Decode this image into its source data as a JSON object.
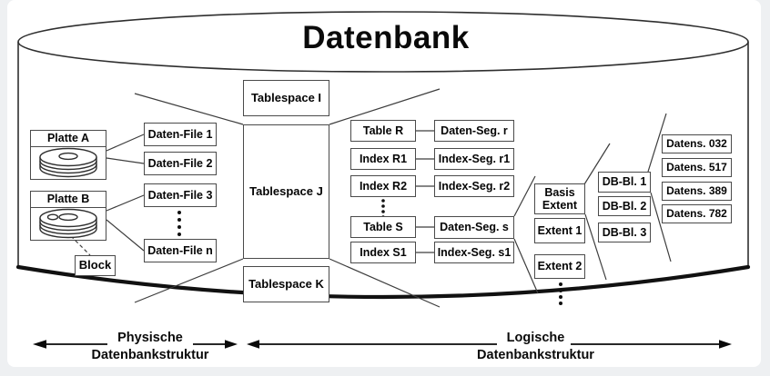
{
  "title": "Datenbank",
  "physical": {
    "disks": [
      {
        "label": "Platte A"
      },
      {
        "label": "Platte B"
      }
    ],
    "block_label": "Block",
    "files": [
      "Daten-File 1",
      "Daten-File 2",
      "Daten-File 3",
      "Daten-File n"
    ]
  },
  "tablespaces": [
    "Tablespace I",
    "Tablespace J",
    "Tablespace K"
  ],
  "logical": {
    "tables": [
      "Table R",
      "Index R1",
      "Index R2",
      "Table S",
      "Index S1"
    ],
    "segments": [
      "Daten-Seg. r",
      "Index-Seg. r1",
      "Index-Seg. r2",
      "Daten-Seg. s",
      "Index-Seg. s1"
    ],
    "extents": [
      "Basis Extent",
      "Extent 1",
      "Extent 2"
    ],
    "db_blocks": [
      "DB-Bl. 1",
      "DB-Bl. 2",
      "DB-Bl. 3"
    ],
    "records": [
      "Datens. 032",
      "Datens. 517",
      "Datens. 389",
      "Datens. 782"
    ]
  },
  "legend": {
    "physical_line1": "Physische",
    "physical_line2": "Datenbankstruktur",
    "logical_line1": "Logische",
    "logical_line2": "Datenbankstruktur"
  },
  "colors": {
    "line": "#3d3d3d",
    "box_border": "#4a4a4a",
    "cylinder_stroke": "#2e2e2e",
    "bottom_shadow": "#111111",
    "background": "#eef0f2",
    "panel": "#ffffff",
    "text": "#050505"
  }
}
